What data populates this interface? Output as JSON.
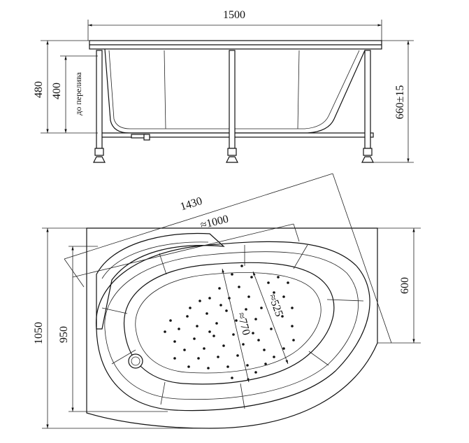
{
  "dimensions": {
    "top_width": "1500",
    "height_total": "480",
    "height_overflow": "400",
    "overflow_label": "до перелива",
    "height_legs": "660±15",
    "plan_diagonal": "1430",
    "plan_inner_length": "≈1000",
    "plan_length": "1050",
    "plan_inner_width": "950",
    "plan_side": "600",
    "bowl_width": "≈525",
    "bowl_length": "≈770"
  },
  "jets": {
    "count_visible": 58
  }
}
